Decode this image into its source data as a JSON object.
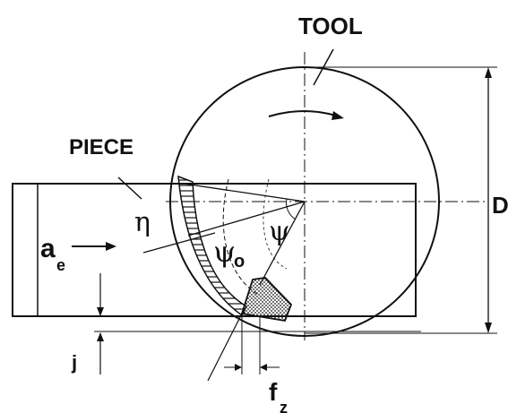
{
  "labels": {
    "tool": "TOOL",
    "piece": "PIECE",
    "diameter": "D",
    "eta": "η",
    "radial_depth": "a",
    "radial_depth_sub": "e",
    "psi": "ψ",
    "psi_o": "ψ",
    "psi_o_sub": "o",
    "j": "j",
    "feed": "f",
    "feed_sub": "z"
  }
}
